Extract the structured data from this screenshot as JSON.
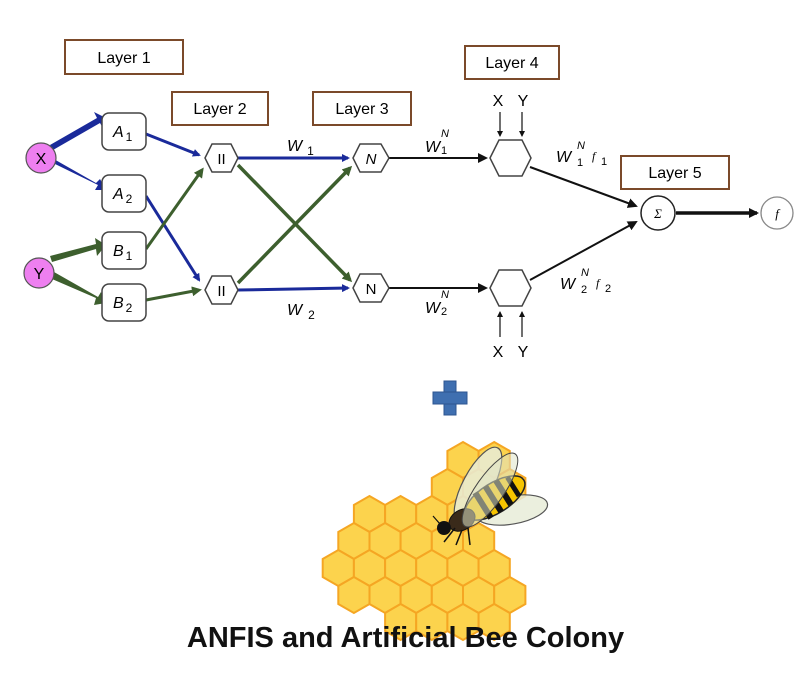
{
  "diagram": {
    "layers": [
      {
        "id": "layer1",
        "label": "Layer 1"
      },
      {
        "id": "layer2",
        "label": "Layer 2"
      },
      {
        "id": "layer3",
        "label": "Layer 3"
      },
      {
        "id": "layer4",
        "label": "Layer 4"
      },
      {
        "id": "layer5",
        "label": "Layer 5"
      }
    ],
    "inputs": [
      {
        "id": "x",
        "label": "X"
      },
      {
        "id": "y",
        "label": "Y"
      }
    ],
    "membership_nodes": [
      {
        "id": "a1",
        "base": "A",
        "sub": "1"
      },
      {
        "id": "a2",
        "base": "A",
        "sub": "2"
      },
      {
        "id": "b1",
        "base": "B",
        "sub": "1"
      },
      {
        "id": "b2",
        "base": "B",
        "sub": "2"
      }
    ],
    "product_nodes": [
      {
        "id": "p1",
        "label": "II"
      },
      {
        "id": "p2",
        "label": "II"
      }
    ],
    "normalization_nodes": [
      {
        "id": "n1",
        "label": "N"
      },
      {
        "id": "n2",
        "label": "N"
      }
    ],
    "edge_labels": {
      "w1": {
        "base": "W",
        "sub": "1"
      },
      "w2": {
        "base": "W",
        "sub": "2"
      },
      "wn1": {
        "base": "W",
        "sub": "1",
        "sup": "N"
      },
      "wn2": {
        "base": "W",
        "sub": "2",
        "sup": "N"
      },
      "wnf1": {
        "base": "W",
        "sub": "1",
        "sup": "N",
        "f": "f",
        "fsub": "1"
      },
      "wnf2": {
        "base": "W",
        "sub": "2",
        "sup": "N",
        "f": "f",
        "fsub": "2"
      }
    },
    "layer4_inputs": {
      "x": "X",
      "y": "Y"
    },
    "sum_node": "Σ",
    "output_node": "f"
  },
  "caption": "ANFIS and Artificial Bee Colony",
  "colors": {
    "input_fill": "#ee7ff0",
    "blue_edge": "#1a2a9a",
    "green_edge": "#3d5f2e",
    "layer_box_border": "#7b4a2a",
    "plus": "#3f6fb0",
    "honeycomb": "#fcd34d",
    "honeycomb_stroke": "#f5a623"
  }
}
